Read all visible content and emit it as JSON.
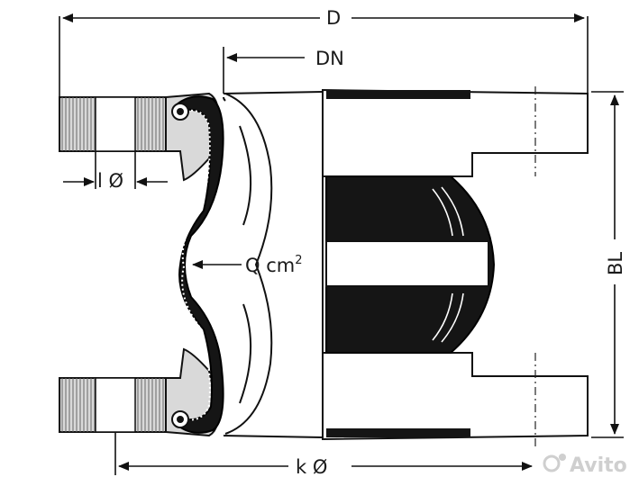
{
  "labels": {
    "D": "D",
    "DN": "DN",
    "l_dia": "l Ø",
    "Q": "Q cm",
    "Q_sup": "2",
    "BL": "BL",
    "k_dia": "k Ø"
  },
  "watermark": {
    "text": "Avito"
  },
  "colors": {
    "line": "#111111",
    "rubber": "#151515",
    "flange_fill": "#d9d9d9",
    "watermark": "#cfcfcf"
  }
}
